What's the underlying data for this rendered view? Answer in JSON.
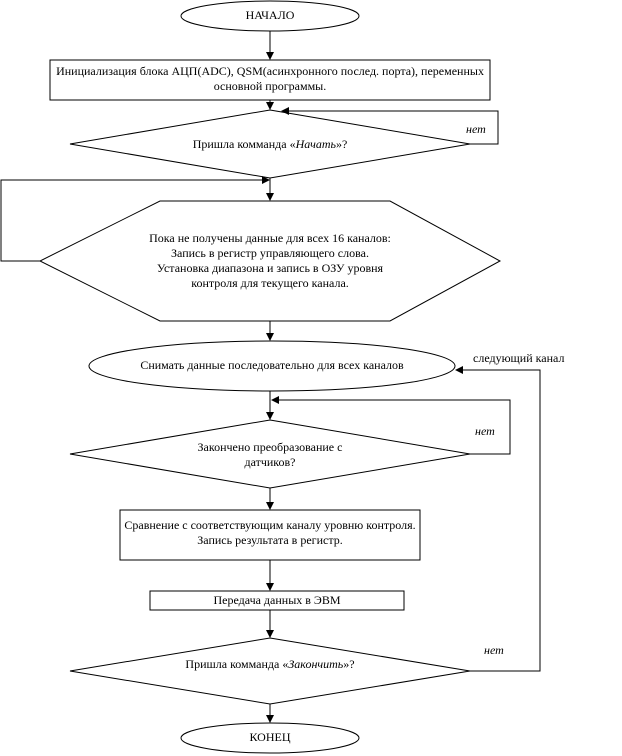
{
  "flowchart": {
    "start": "НАЧАЛО",
    "init": "Инициализация блока АЦП(ADC), QSM(асинхронного послед. порта), переменных основной программы.",
    "cmd_start": {
      "before": "Пришла комманда «",
      "emph": "Начать",
      "after": "»?"
    },
    "loop_hex": "Пока не получены данные для всех 16 каналов:\nЗапись в регистр управляющего слова.\nУстановка диапазона и запись в ОЗУ уровня контроля для текущего канала.",
    "read_data": "Снимать данные последовательно для всех каналов",
    "conv_done": "Закончено преобразование с датчиков?",
    "compare": "Сравнение с соответствующим каналу уровню контроля. Запись результата в регистр.",
    "transfer": "Передача данных в ЭВМ",
    "cmd_end": {
      "before": "Пришла комманда «",
      "emph": "Закончить",
      "after": "»?"
    },
    "end": "КОНЕЦ",
    "no_label": "нет",
    "next_channel": "следующий канал"
  }
}
